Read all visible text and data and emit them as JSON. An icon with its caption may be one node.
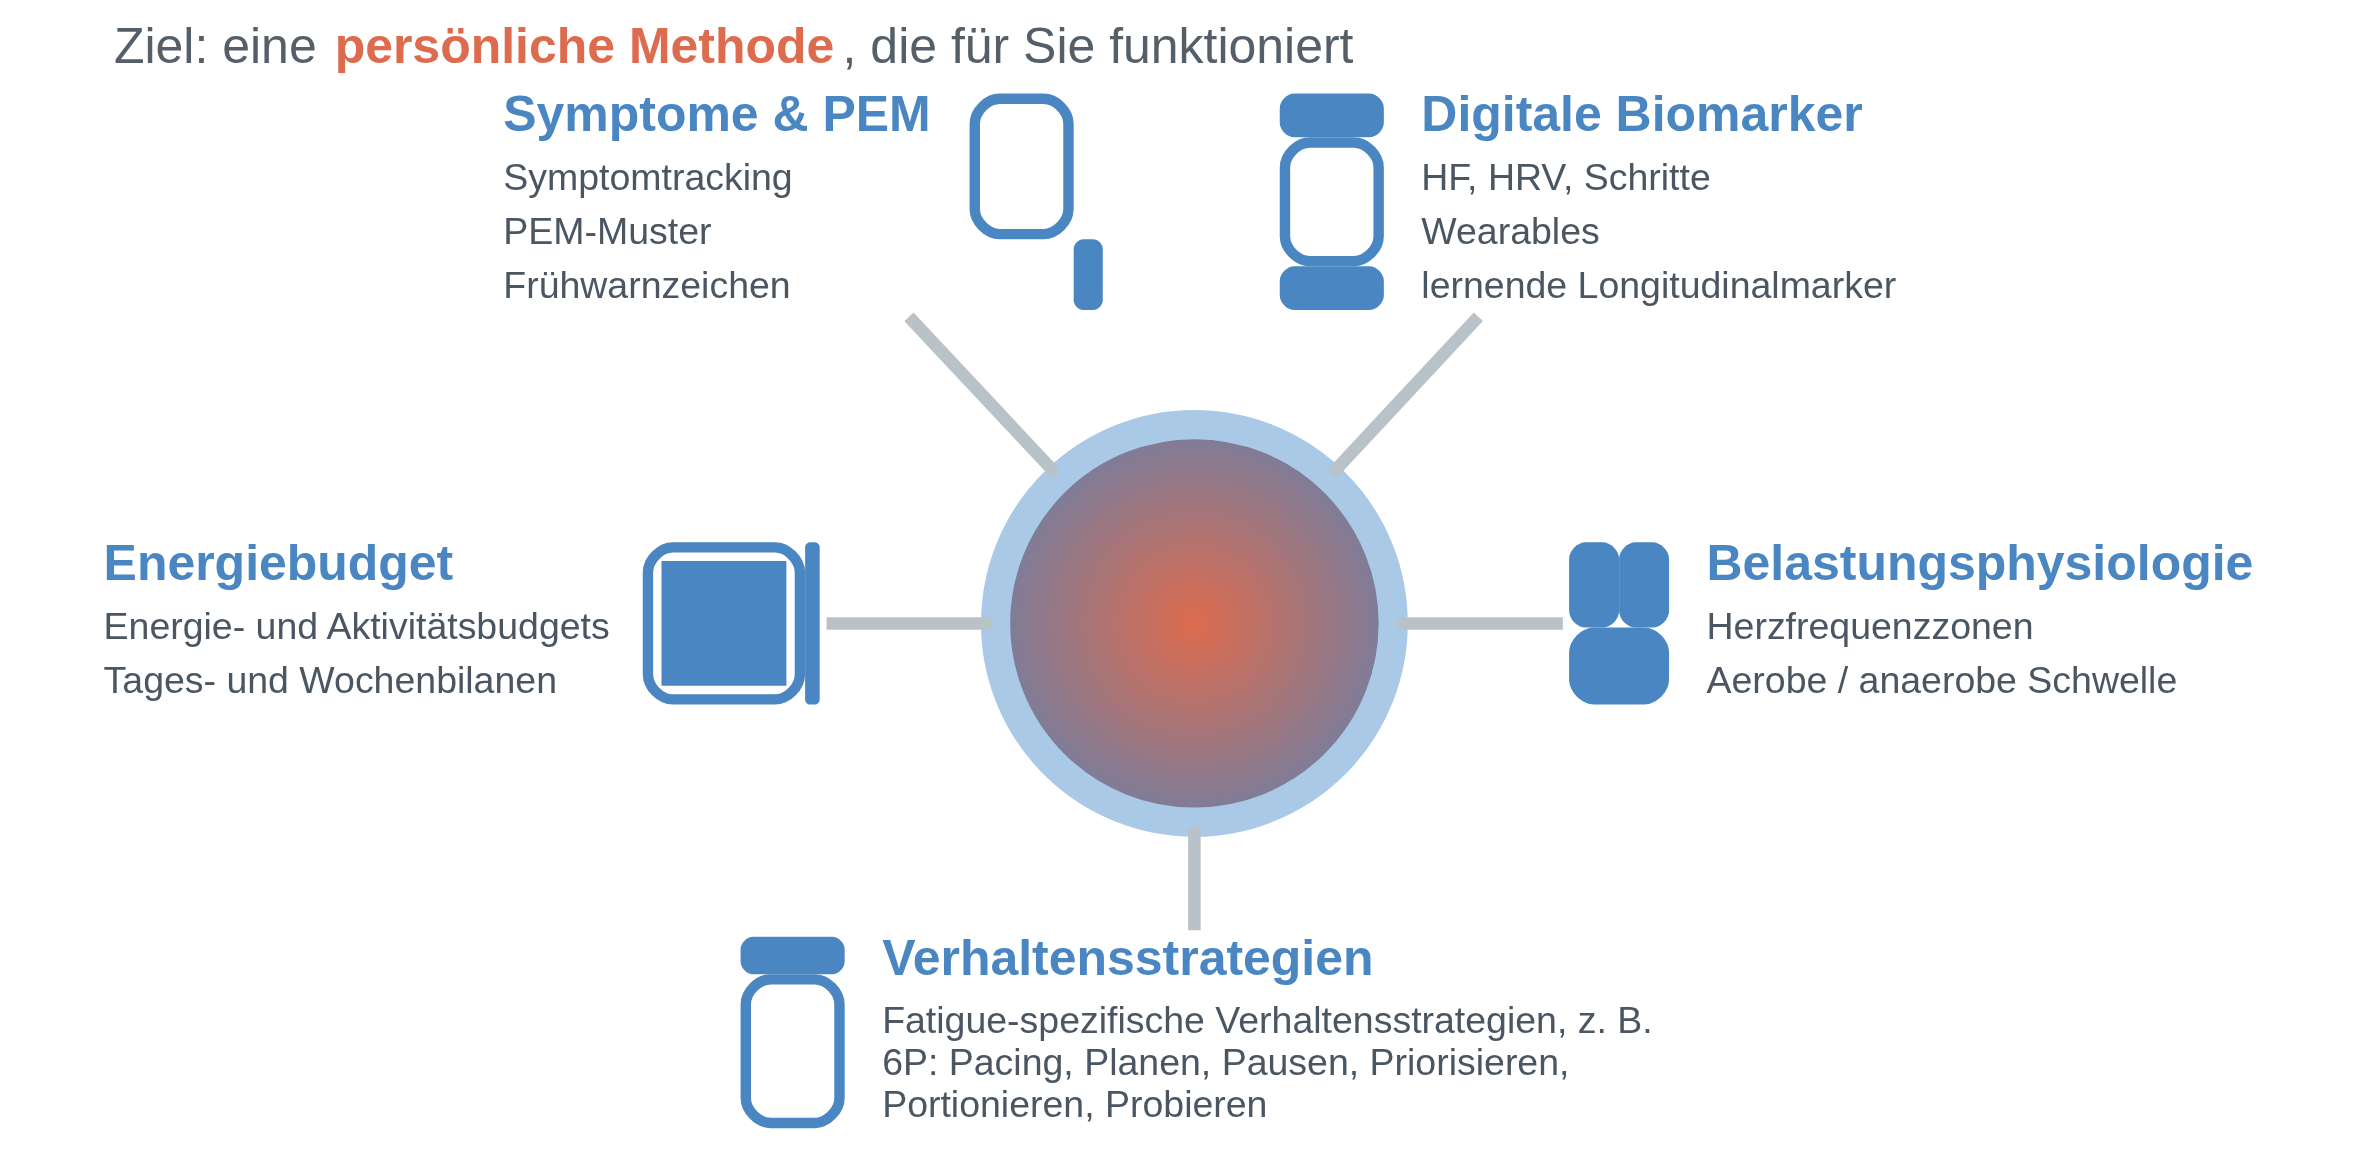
{
  "diagram": {
    "title": "Ziel: eine **persönliche Methode**, die für Sie funktioniert",
    "nodes": [
      {
        "text": [
          "Symptome & PEM",
          "Symptomtracking",
          "PEM-Muster",
          "Frühwarnzeichen"
        ]
      },
      {
        "text": [
          "Digitale Biomarker",
          "HF, HRV, Schritte",
          "Wearables",
          "lernende Longitudinalmarker"
        ]
      },
      {
        "text": [
          "Energiebudget",
          "Energie- und Aktivitätsbudgets",
          "Tages- und Wochenbilanen"
        ]
      },
      {
        "text": [],
        "shape": "circle"
      },
      {
        "text": [
          "Belastungsphysiologie",
          "Herzfrequenzzonen",
          "Aerobe / anaerobe Schwelle"
        ]
      },
      {
        "text": [
          "Verhaltensstrategien",
          "Fatigue-spezifische Verhaltensstrategien, z. B. 6P: Pacing, Planen, Pausen, Priorisieren, Portionieren, Probieren"
        ]
      }
    ],
    "edges": [
      {
        "from": 0,
        "to": 3,
        "arrow": "none"
      },
      {
        "from": 1,
        "to": 3,
        "arrow": "none"
      },
      {
        "from": 2,
        "to": 3,
        "arrow": "none"
      },
      {
        "from": 3,
        "to": 4,
        "arrow": "none"
      },
      {
        "from": 3,
        "to": 5,
        "arrow": "none"
      }
    ]
  }
}
